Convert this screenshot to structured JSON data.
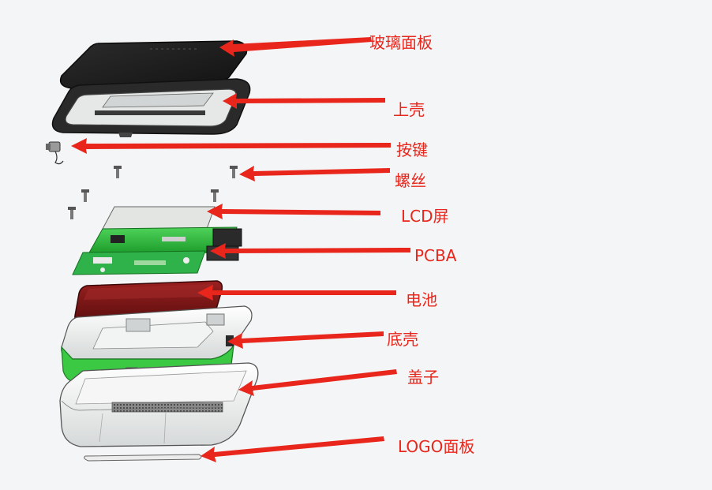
{
  "title": "",
  "parts": [
    {
      "id": "glass-panel",
      "label": "玻璃面板"
    },
    {
      "id": "top-shell",
      "label": "上壳"
    },
    {
      "id": "button",
      "label": "按键"
    },
    {
      "id": "screws",
      "label": "螺丝"
    },
    {
      "id": "lcd-screen",
      "label": "LCD屏"
    },
    {
      "id": "pcba",
      "label": "PCBA"
    },
    {
      "id": "battery",
      "label": "电池"
    },
    {
      "id": "bottom-shell",
      "label": "底壳"
    },
    {
      "id": "cover",
      "label": "盖子"
    },
    {
      "id": "logo-panel",
      "label": "LOGO面板"
    }
  ],
  "colors": {
    "arrow": "#e8261c",
    "label": "#e8261c",
    "glass": "#1f1f1f",
    "pcb": "#2fb24a",
    "battery": "#7a1414",
    "housing_green": "#2ec43d",
    "housing_white": "#eceeee"
  }
}
